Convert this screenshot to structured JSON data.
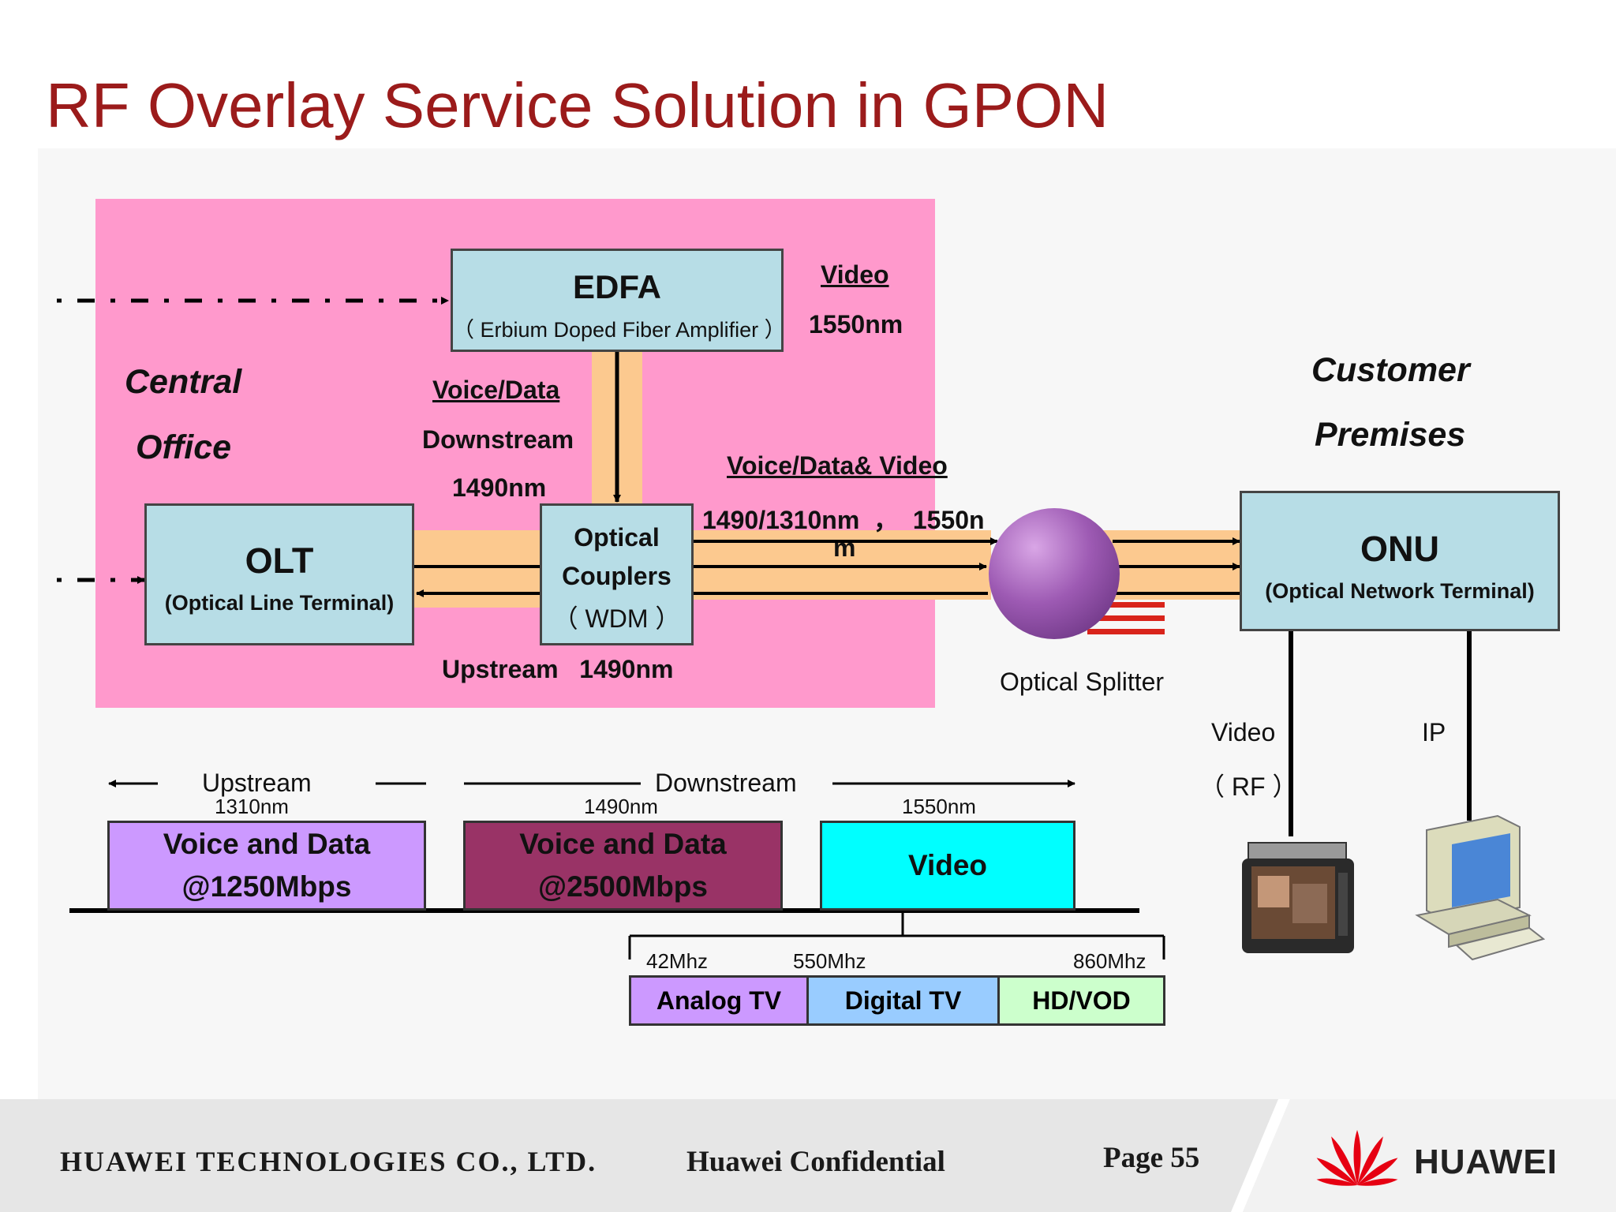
{
  "title": "RF Overlay Service Solution in GPON",
  "central_office": {
    "line1": "Central",
    "line2": "Office"
  },
  "customer_premises": {
    "line1": "Customer",
    "line2": "Premises"
  },
  "edfa": {
    "name": "EDFA",
    "desc": "（ Erbium Doped Fiber Amplifier ）"
  },
  "video_input": {
    "label": "Video",
    "wavelength": "1550nm"
  },
  "voice_data_down": {
    "label": "Voice/Data",
    "direction": "Downstream",
    "wavelength": "1490nm"
  },
  "olt": {
    "name": "OLT",
    "desc": "(Optical Line Terminal)"
  },
  "coupler": {
    "line1": "Optical",
    "line2": "Couplers",
    "line3": "（ WDM ）"
  },
  "upstream_label": "Upstream   1490nm",
  "combined": {
    "label": "Voice/Data& Video",
    "wavelengths": "1490/1310nm  ，  1550n",
    "wavelengths_wrap": "m"
  },
  "splitter": {
    "label": "Optical Splitter"
  },
  "onu": {
    "name": "ONU",
    "desc": "(Optical Network Terminal)"
  },
  "onu_ports": {
    "video": "Video",
    "rf": "（ RF ）",
    "ip": "IP"
  },
  "spectrum": {
    "upstream": "Upstream",
    "downstream": "Downstream",
    "bands": [
      {
        "wavelength": "1310nm",
        "line1": "Voice and Data",
        "line2": "@1250Mbps"
      },
      {
        "wavelength": "1490nm",
        "line1": "Voice and Data",
        "line2": "@2500Mbps"
      },
      {
        "wavelength": "1550nm",
        "line1": "Video",
        "line2": ""
      }
    ],
    "freq_marks": [
      "42Mhz",
      "550Mhz",
      "860Mhz"
    ],
    "sub_bands": [
      "Analog TV",
      "Digital TV",
      "HD/VOD"
    ]
  },
  "footer": {
    "company": "HUAWEI TECHNOLOGIES CO., LTD.",
    "confidential": "Huawei Confidential",
    "page": "Page 55",
    "logo_text": "HUAWEI"
  },
  "colors": {
    "title": "#9b1b1b",
    "central_office_bg": "#ff99cc",
    "device_box": "#b7dde6",
    "fiber_band": "#fcc98f",
    "band_upstream": "#cc99ff",
    "band_downstream": "#993366",
    "band_video": "#00ffff",
    "analog_tv": "#cc99ff",
    "digital_tv": "#99ccff",
    "hd_vod": "#ccffcc",
    "logo_red": "#e60012"
  }
}
